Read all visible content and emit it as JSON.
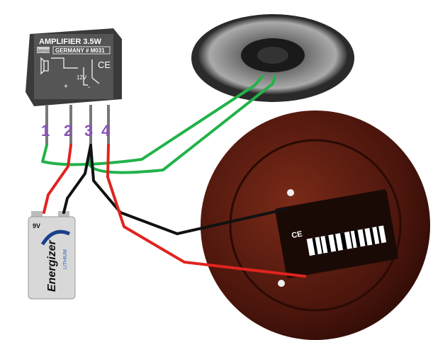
{
  "amplifier": {
    "title": "AMPLIFIER 3.5W",
    "brand": "kemo",
    "model": "GERMANY # M031",
    "voltage": "12V",
    "plus": "+",
    "minus": "-",
    "ce": "CE"
  },
  "pins": [
    "1",
    "2",
    "3",
    "4"
  ],
  "battery": {
    "voltage": "9V",
    "brand": "Energizer",
    "type": "LITHIUM"
  },
  "motor": {
    "ce": "CE"
  },
  "colors": {
    "green_wire": "#22b24a",
    "red_wire": "#e0241f",
    "black_wire": "#111111",
    "pin_label": "#8a52b8",
    "motor": "#5a1a10"
  }
}
